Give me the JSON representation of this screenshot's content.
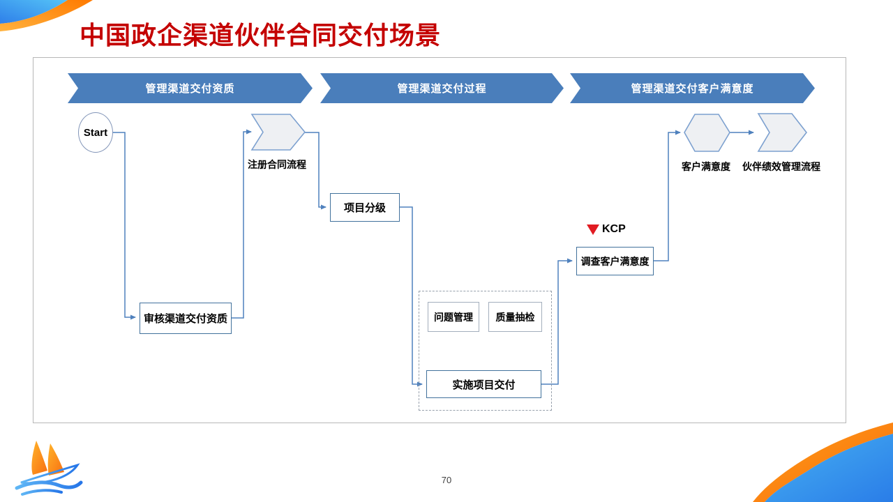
{
  "slide": {
    "title": "中国政企渠道伙伴合同交付场景",
    "page_number": "70"
  },
  "diagram": {
    "phases": [
      {
        "label": "管理渠道交付资质"
      },
      {
        "label": "管理渠道交付过程"
      },
      {
        "label": "管理渠道交付客户满意度"
      }
    ],
    "nodes": {
      "start": "Start",
      "register_contract": "注册合同流程",
      "audit_qualification": "审核渠道交付资质",
      "project_grading": "项目分级",
      "issue_management": "问题管理",
      "quality_sampling": "质量抽检",
      "project_delivery": "实施项目交付",
      "survey_satisfaction": "调查客户满意度",
      "customer_satisfaction": "客户满意度",
      "partner_performance": "伙伴绩效管理流程"
    },
    "kcp_label": "KCP"
  },
  "colors": {
    "title_red": "#c40000",
    "banner_blue": "#4a7ebb",
    "connector_blue": "#4f81bd",
    "box_border_blue": "#41719c",
    "box_border_gray": "#a3aebc",
    "shape_fill_gray": "#eef0f3",
    "kcp_red": "#e11b22",
    "deco_orange": "#ff8a00",
    "deco_blue": "#2f86f0"
  }
}
